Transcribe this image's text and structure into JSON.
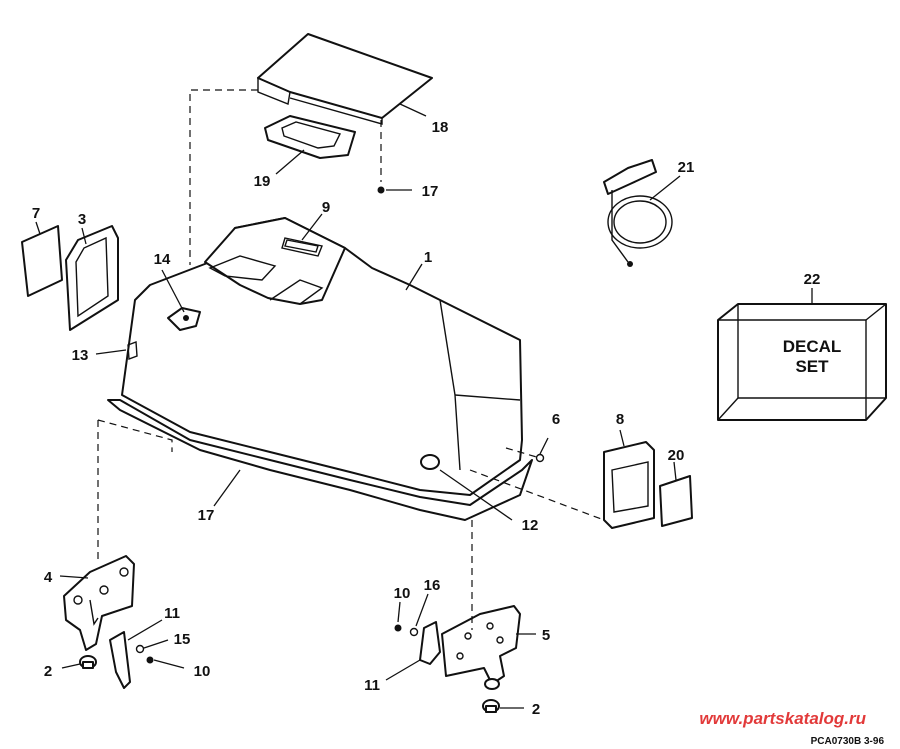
{
  "callouts": [
    {
      "id": "1",
      "label": "1"
    },
    {
      "id": "2a",
      "label": "2"
    },
    {
      "id": "2b",
      "label": "2"
    },
    {
      "id": "3",
      "label": "3"
    },
    {
      "id": "4",
      "label": "4"
    },
    {
      "id": "5",
      "label": "5"
    },
    {
      "id": "6",
      "label": "6"
    },
    {
      "id": "7",
      "label": "7"
    },
    {
      "id": "8",
      "label": "8"
    },
    {
      "id": "9",
      "label": "9"
    },
    {
      "id": "10a",
      "label": "10"
    },
    {
      "id": "10b",
      "label": "10"
    },
    {
      "id": "11a",
      "label": "11"
    },
    {
      "id": "11b",
      "label": "11"
    },
    {
      "id": "12",
      "label": "12"
    },
    {
      "id": "13",
      "label": "13"
    },
    {
      "id": "14",
      "label": "14"
    },
    {
      "id": "15",
      "label": "15"
    },
    {
      "id": "16",
      "label": "16"
    },
    {
      "id": "17a",
      "label": "17"
    },
    {
      "id": "17b",
      "label": "17"
    },
    {
      "id": "18",
      "label": "18"
    },
    {
      "id": "19",
      "label": "19"
    },
    {
      "id": "20",
      "label": "20"
    },
    {
      "id": "21",
      "label": "21"
    },
    {
      "id": "22",
      "label": "22"
    }
  ],
  "decal_box": {
    "line1": "DECAL",
    "line2": "SET"
  },
  "watermark": "www.partskatalog.ru",
  "figure_code": "PCA0730B  3-96"
}
